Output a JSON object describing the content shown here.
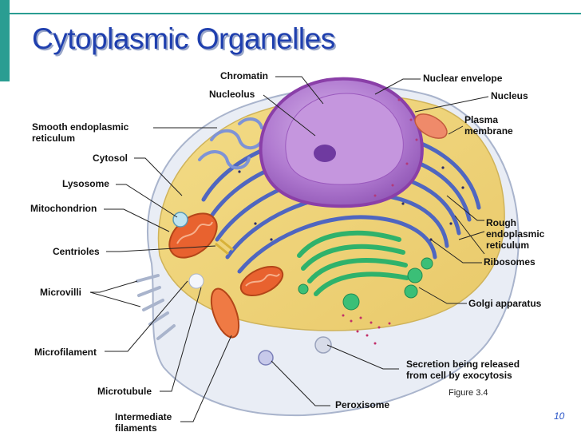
{
  "title": "Cytoplasmic Organelles",
  "labels": {
    "chromatin": "Chromatin",
    "nucleolus": "Nucleolus",
    "nuclear_envelope": "Nuclear envelope",
    "nucleus": "Nucleus",
    "smooth_er_1": "Smooth endoplasmic",
    "smooth_er_2": "reticulum",
    "plasma_membrane_1": "Plasma",
    "plasma_membrane_2": "membrane",
    "cytosol": "Cytosol",
    "lysosome": "Lysosome",
    "mitochondrion": "Mitochondrion",
    "rough_er_1": "Rough",
    "rough_er_2": "endoplasmic",
    "rough_er_3": "reticulum",
    "centrioles": "Centrioles",
    "ribosomes": "Ribosomes",
    "microvilli": "Microvilli",
    "golgi": "Golgi apparatus",
    "microfilament": "Microfilament",
    "secretion_1": "Secretion being released",
    "secretion_2": "from cell by exocytosis",
    "microtubule": "Microtubule",
    "peroxisome": "Peroxisome",
    "intermediate_1": "Intermediate",
    "intermediate_2": "filaments"
  },
  "figure_caption": "Figure 3.4",
  "page_number": "10",
  "colors": {
    "title": "#1f3fae",
    "accent": "#2a9d92",
    "cytoplasm": "#f0d67a",
    "rough_er": "#5b72c8",
    "nucleus": "#a36bc4",
    "golgi": "#2fb26b",
    "mitochondria": "#e8622f"
  }
}
